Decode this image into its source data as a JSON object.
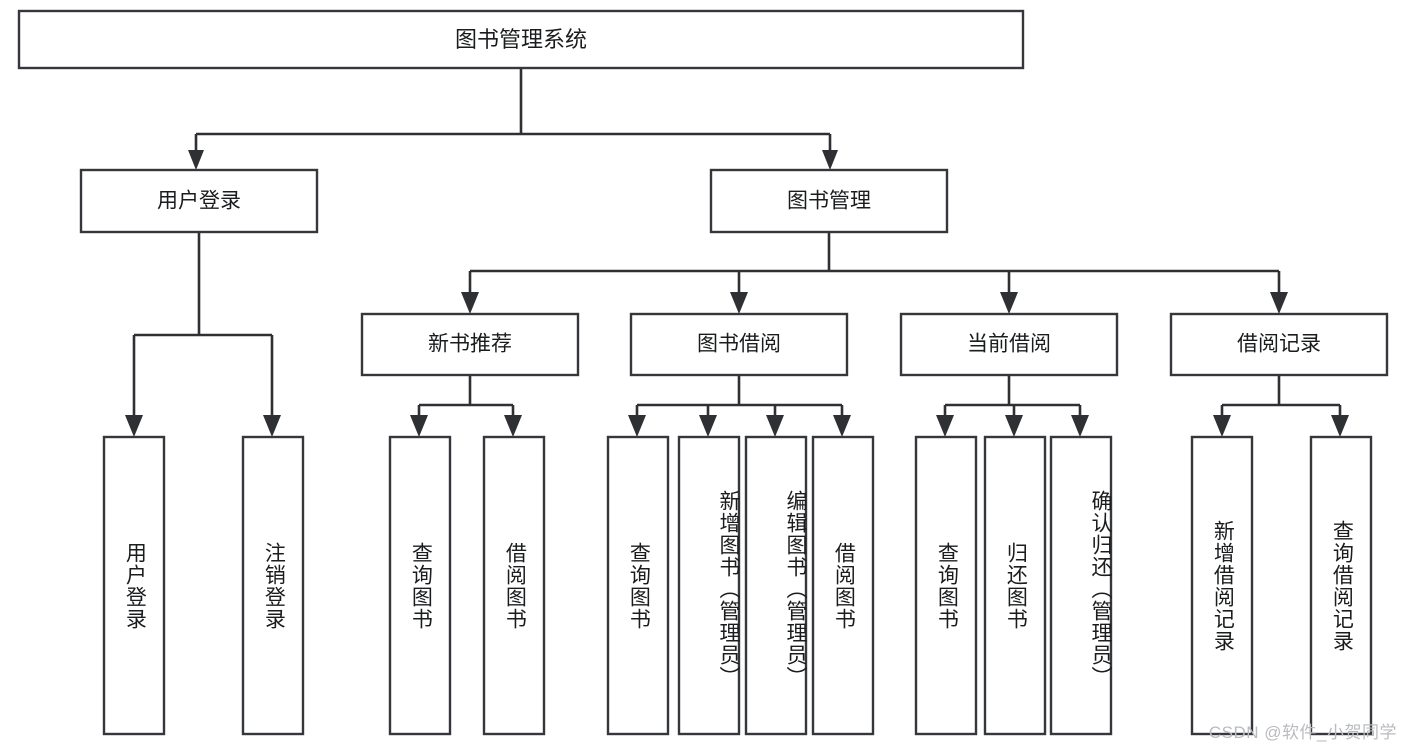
{
  "diagram": {
    "type": "hierarchy-tree",
    "title": "图书管理系统",
    "watermark": "CSDN @软件_小贺同学",
    "colors": {
      "box_stroke": "#36373a",
      "connector": "#2f3033",
      "background": "#ffffff",
      "text": "#1b1c1e",
      "watermark": "#b9bbbe"
    },
    "root": {
      "label": "图书管理系统"
    },
    "level2": [
      {
        "label": "用户登录"
      },
      {
        "label": "图书管理"
      }
    ],
    "level3": [
      {
        "label": "新书推荐"
      },
      {
        "label": "图书借阅"
      },
      {
        "label": "当前借阅"
      },
      {
        "label": "借阅记录"
      }
    ],
    "leaves": {
      "user_login": [
        {
          "label": "用户登录"
        },
        {
          "label": "注销登录"
        }
      ],
      "new_book_recommend": [
        {
          "label": "查询图书"
        },
        {
          "label": "借阅图书"
        }
      ],
      "book_borrow": [
        {
          "label": "查询图书"
        },
        {
          "label": "新增图书（管理员）"
        },
        {
          "label": "编辑图书（管理员）"
        },
        {
          "label": "借阅图书"
        }
      ],
      "current_borrow": [
        {
          "label": "查询图书"
        },
        {
          "label": "归还图书"
        },
        {
          "label": "确认归还（管理员）"
        }
      ],
      "borrow_record": [
        {
          "label": "新增借阅记录"
        },
        {
          "label": "查询借阅记录"
        }
      ]
    }
  }
}
